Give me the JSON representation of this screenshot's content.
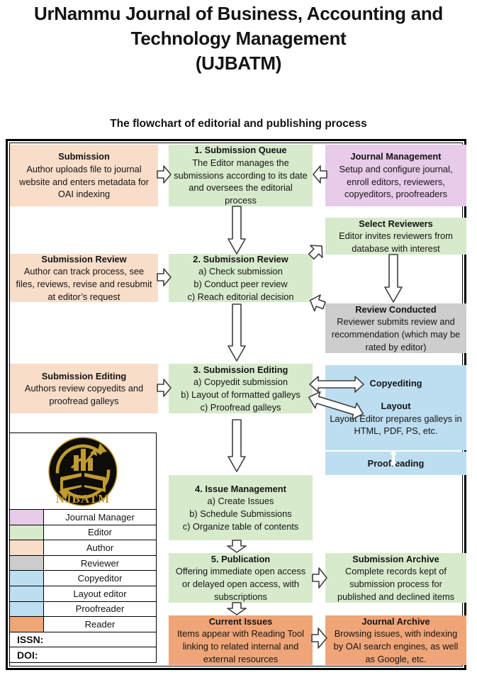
{
  "title": {
    "line1": "UrNammu Journal of Business, Accounting and",
    "line2": "Technology Management",
    "line3": "(UJBATM)"
  },
  "subtitle": "The flowchart of editorial and publishing process",
  "colors": {
    "peach": "#f8ddc9",
    "green": "#d7eacc",
    "purple": "#e7cbe9",
    "gray": "#cecdcd",
    "blue": "#bddef1",
    "orange": "#f0a578",
    "gold": "#bf9b30",
    "black": "#000000"
  },
  "boxes": {
    "submission": {
      "title": "Submission",
      "body": "Author uploads file to journal website and enters metadata for OAI indexing"
    },
    "submission_queue": {
      "title": "1. Submission Queue",
      "body": "The Editor manages the submissions according to its date and oversees the editorial process"
    },
    "journal_management": {
      "title": "Journal Management",
      "body": "Setup and configure journal, enroll editors, reviewers, copyeditors, proofreaders"
    },
    "select_reviewers": {
      "title": "Select Reviewers",
      "body": "Editor invites reviewers from database with interest"
    },
    "submission_review_author": {
      "title": "Submission Review",
      "body": "Author can track process, see files, reviews, revise and resubmit at editor’s request"
    },
    "submission_review": {
      "title": "2. Submission Review",
      "lines": [
        "a) Check submission",
        "b) Conduct peer review",
        "c) Reach editorial decision"
      ]
    },
    "review_conducted": {
      "title": "Review Conducted",
      "body": "Reviewer submits review and recommendation (which may be rated by editor)"
    },
    "submission_editing_author": {
      "title": "Submission Editing",
      "body": "Authors review copyedits and proofread galleys"
    },
    "submission_editing": {
      "title": "3. Submission Editing",
      "lines": [
        "a) Copyedit submission",
        "b) Layout of formatted galleys",
        "c) Proofread galleys"
      ]
    },
    "copyediting": {
      "title": "Copyediting"
    },
    "layout": {
      "title": "Layout",
      "body": "Layout Editor prepares galleys in HTML, PDF, PS, etc."
    },
    "proofreading": {
      "title": "Proofreading"
    },
    "issue_management": {
      "title": "4. Issue Management",
      "lines": [
        "a) Create Issues",
        "b) Schedule Submissions",
        "c) Organize table of contents"
      ]
    },
    "publication": {
      "title": "5. Publication",
      "body": "Offering immediate open access or delayed open access, with subscriptions"
    },
    "submission_archive": {
      "title": "Submission Archive",
      "body": "Complete records kept of submission process for published and declined items"
    },
    "current_issues": {
      "title": "Current Issues",
      "body": "Items appear with Reading Tool linking to related internal and external resources"
    },
    "journal_archive": {
      "title": "Journal Archive",
      "body": "Browsing issues, with indexing by OAI search engines, as well as Google, etc."
    }
  },
  "legend": {
    "logo_text": "NJBATM",
    "rows": [
      {
        "label": "Journal Manager",
        "color_key": "purple"
      },
      {
        "label": "Editor",
        "color_key": "green"
      },
      {
        "label": "Author",
        "color_key": "peach"
      },
      {
        "label": "Reviewer",
        "color_key": "gray"
      },
      {
        "label": "Copyeditor",
        "color_key": "blue"
      },
      {
        "label": "Layout editor",
        "color_key": "blue"
      },
      {
        "label": "Proofreader",
        "color_key": "blue"
      },
      {
        "label": "Reader",
        "color_key": "orange"
      }
    ],
    "issn_label": "ISSN:",
    "doi_label": "DOI:"
  }
}
